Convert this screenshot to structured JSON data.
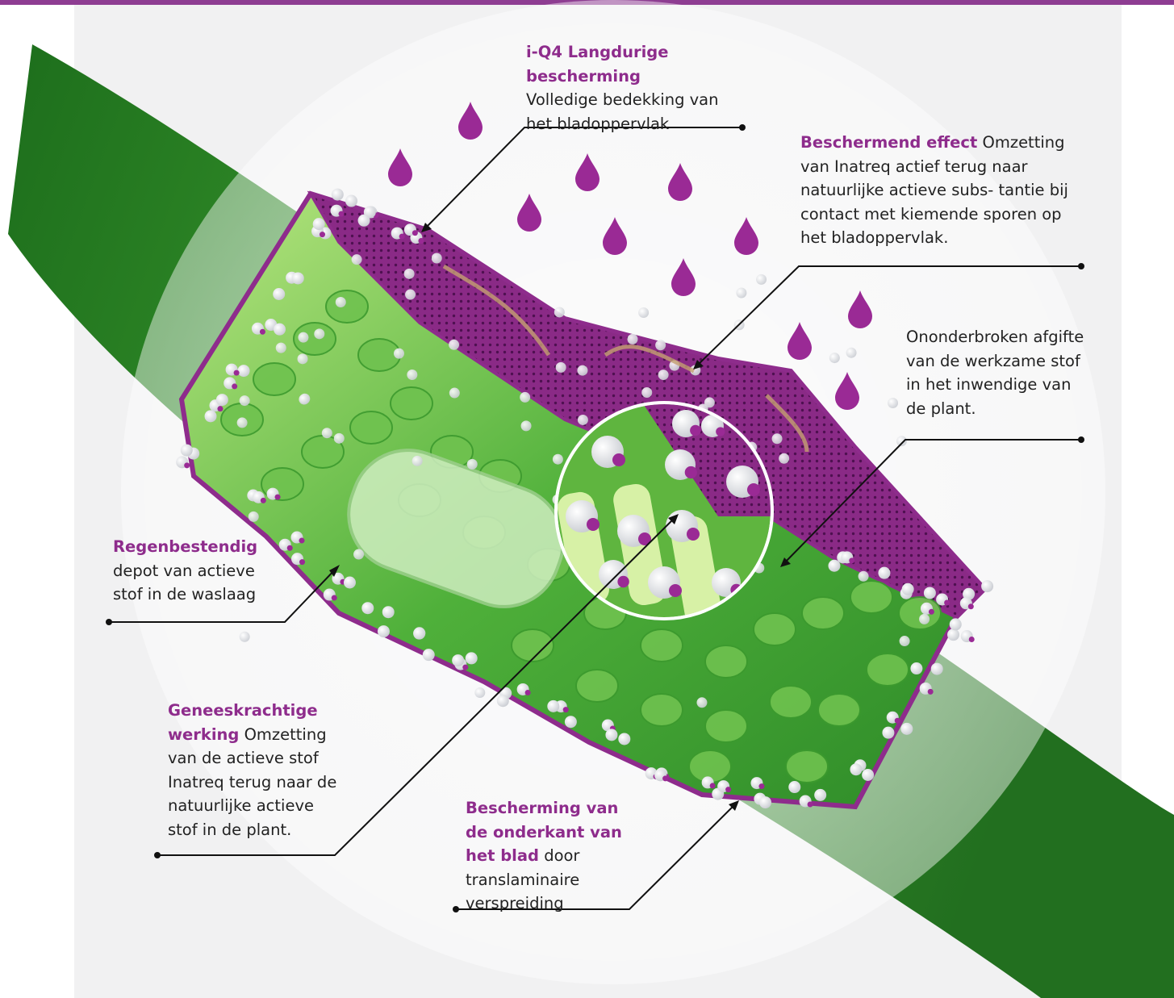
{
  "colors": {
    "brand_purple": "#8e2c8c",
    "top_bar": "#8e3d92",
    "leaf_green": "#2f8a28",
    "leaf_light": "#9fd96a",
    "panel_bg": "#f1f1f2",
    "text": "#222222"
  },
  "labels": {
    "iq4": {
      "heading_line1": "i-Q4 Langdurige",
      "heading_line2": "bescherming",
      "body_line1": "Volledige bedekking van",
      "body_line2": "het bladoppervlak"
    },
    "protective_effect": {
      "heading": "Beschermend effect",
      "line1": "Omzetting",
      "line2": "van Inatreq actief terug naar",
      "line3": "natuurlijke actieve subs- tantie bij",
      "line4": "contact met kiemende sporen op",
      "line5": "het bladoppervlak."
    },
    "continuous_release": {
      "line1": "Ononderbroken afgifte",
      "line2": "van de werkzame stof",
      "line3": "in het inwendige van",
      "line4": "de plant."
    },
    "rainfast": {
      "heading": "Regenbestendig",
      "line1": "depot van actieve",
      "line2": "stof in de waslaag"
    },
    "curative": {
      "heading_line1": "Geneeskrachtige",
      "heading_line2": "werking",
      "line1": "Omzetting",
      "line2": "van de actieve stof",
      "line3": "Inatreq terug naar de",
      "line4": "natuurlijke actieve",
      "line5": "stof in de plant."
    },
    "underside": {
      "heading_line1": "Bescherming van",
      "heading_line2": "de onderkant van",
      "heading_line3": "het blad",
      "line1": "door",
      "line2": "translaminaire",
      "line3": "verspreiding"
    }
  }
}
